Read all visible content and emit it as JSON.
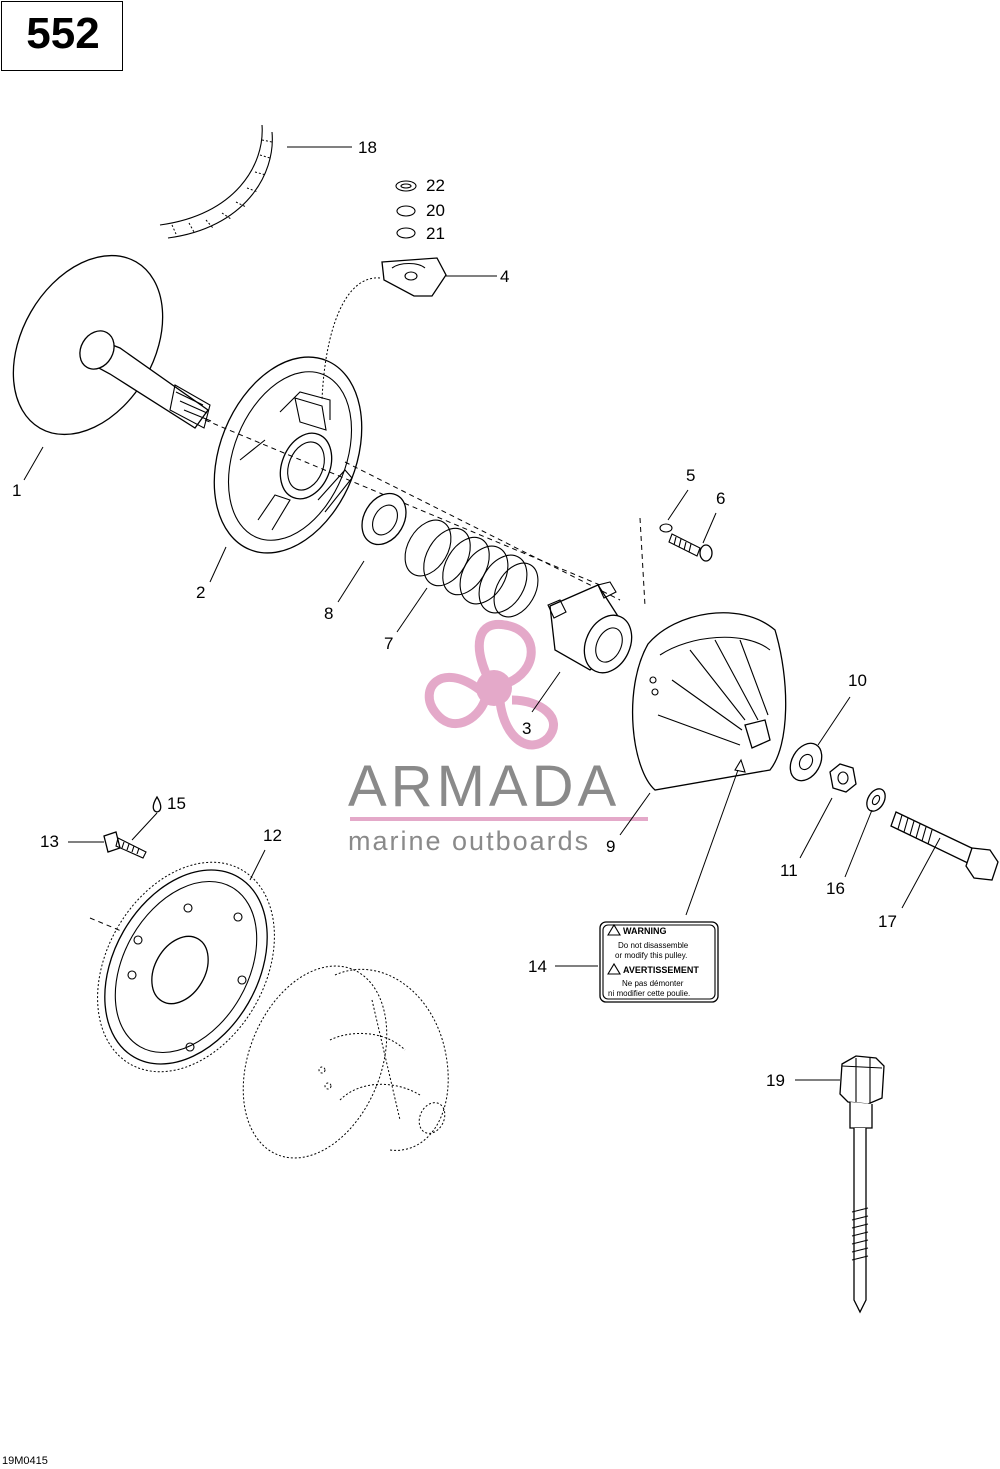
{
  "page_number": "552",
  "drawing_ref": "19M0415",
  "callouts": [
    "1",
    "2",
    "3",
    "4",
    "5",
    "6",
    "7",
    "8",
    "9",
    "10",
    "11",
    "12",
    "13",
    "14",
    "15",
    "16",
    "17",
    "18",
    "19",
    "20",
    "21",
    "22"
  ],
  "warning_label": {
    "title1": "WARNING",
    "line1": "Do not disassemble",
    "line2": "or modify this pulley.",
    "title2": "AVERTISSEMENT",
    "line3": "Ne pas démonter",
    "line4": "ni modifier cette poulie."
  },
  "watermark": {
    "brand": "ARMADA",
    "tagline": "marine outboards",
    "color": "#e4a9c9"
  }
}
